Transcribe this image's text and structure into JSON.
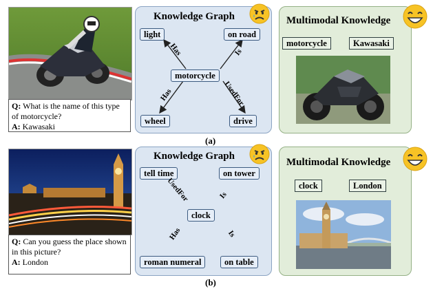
{
  "panel_a": {
    "caption": "(a)",
    "question_label": "Q:",
    "question": "What is the name of this type of motorcycle?",
    "answer_label": "A:",
    "answer": "Kawasaki",
    "kg_title": "Knowledge Graph",
    "kg_center": "motorcycle",
    "kg_nodes": {
      "top_left": "light",
      "top_right": "on road",
      "bottom_left": "wheel",
      "bottom_right": "drive"
    },
    "kg_relations": {
      "top_left": "Has",
      "top_right": "Is",
      "bottom_left": "Has",
      "bottom_right": "UsedFor"
    },
    "mm_title": "Multimodal Knowledge",
    "mm_source": "motorcycle",
    "mm_target": "Kawasaki"
  },
  "panel_b": {
    "caption": "(b)",
    "question_label": "Q:",
    "question": "Can you guess the place shown in this picture?",
    "answer_label": "A:",
    "answer": "London",
    "kg_title": "Knowledge Graph",
    "kg_center": "clock",
    "kg_nodes": {
      "top_left": "tell time",
      "top_right": "on tower",
      "bottom_left": "roman numeral",
      "bottom_right": "on table"
    },
    "kg_relations": {
      "top_left": "UsedFor",
      "top_right": "Is",
      "bottom_left": "Has",
      "bottom_right": "Is"
    },
    "mm_title": "Multimodal Knowledge",
    "mm_source": "clock",
    "mm_target": "London"
  },
  "emoji": {
    "sad": "sad-face-icon",
    "happy": "laughing-face-icon"
  },
  "colors": {
    "kg_panel": "#dce6f2",
    "mm_panel": "#e2edda",
    "emoji": "#f7c325"
  }
}
